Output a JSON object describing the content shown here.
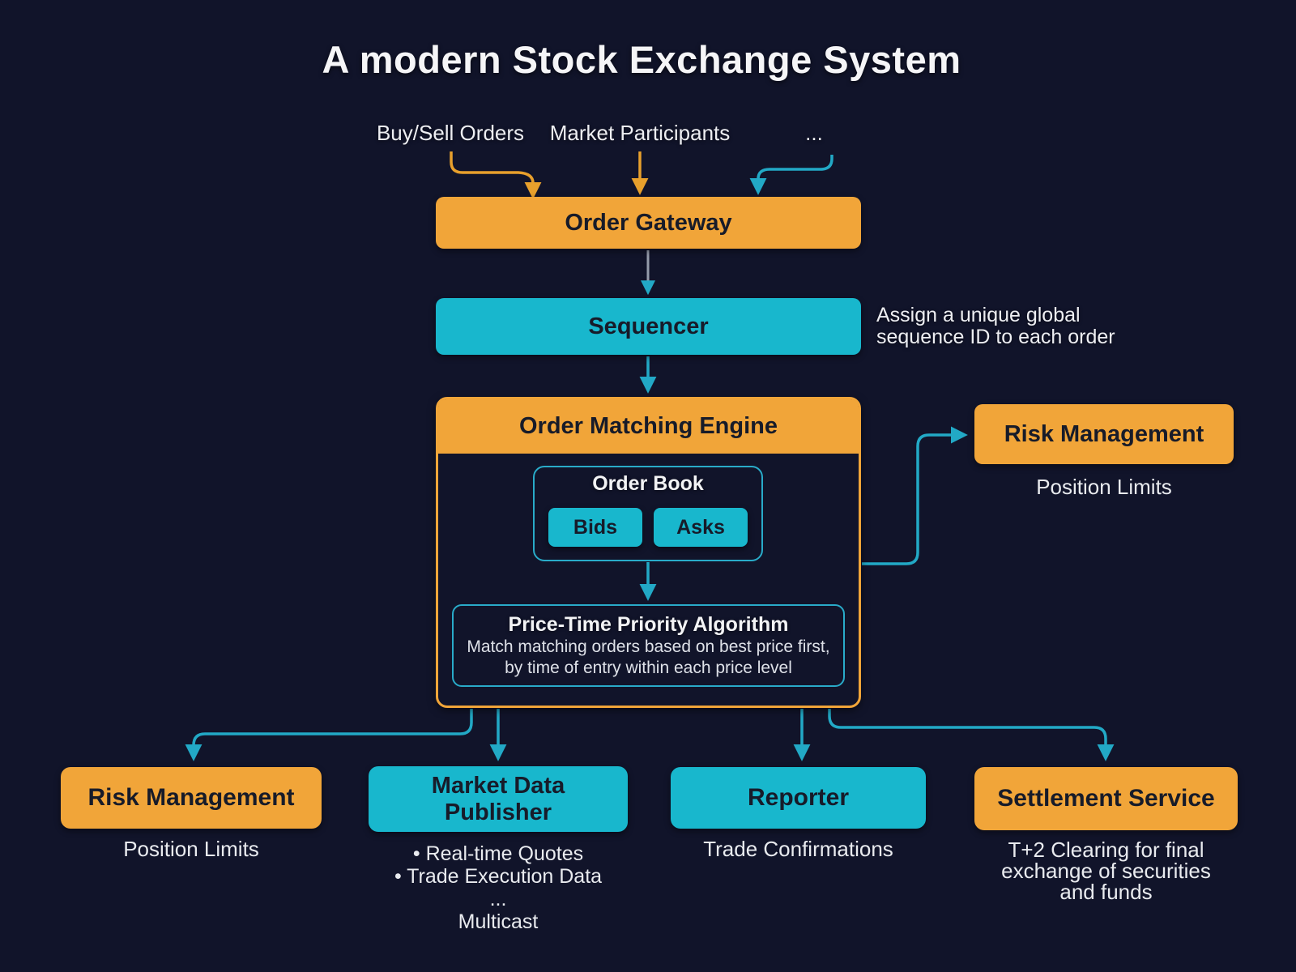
{
  "title": "A modern Stock Exchange System",
  "colors": {
    "background": "#11142a",
    "orange": "#F1A539",
    "cyan": "#18B7CD",
    "line_cyan": "#22A9C6",
    "line_orange": "#E8A02C",
    "line_gray": "#959CAB",
    "text_light": "#EDEEF2",
    "text_dark": "#171B29"
  },
  "inputs": {
    "buy_sell": "Buy/Sell Orders",
    "participants": "Market Participants",
    "more": "..."
  },
  "gateway": {
    "label": "Order Gateway"
  },
  "sequencer": {
    "label": "Sequencer",
    "annotation": "Assign a unique global\nsequence ID to each order"
  },
  "engine": {
    "label": "Order Matching Engine",
    "order_book": {
      "label": "Order Book",
      "bids": "Bids",
      "asks": "Asks"
    },
    "algorithm": {
      "title": "Price-Time Priority Algorithm",
      "description": "Match matching orders based on best price first,\nby time of entry within each price level"
    }
  },
  "risk_management_side": {
    "label": "Risk Management",
    "note": "Position Limits"
  },
  "outputs": {
    "risk_management": {
      "label": "Risk Management",
      "note": "Position Limits"
    },
    "market_data_publisher": {
      "label": "Market Data\nPublisher",
      "notes": [
        "• Real-time Quotes",
        "• Trade Execution Data",
        "...",
        "Multicast"
      ]
    },
    "reporter": {
      "label": "Reporter",
      "note": "Trade Confirmations"
    },
    "settlement": {
      "label": "Settlement Service",
      "note": "T+2 Clearing for final\nexchange of securities\nand funds"
    }
  }
}
